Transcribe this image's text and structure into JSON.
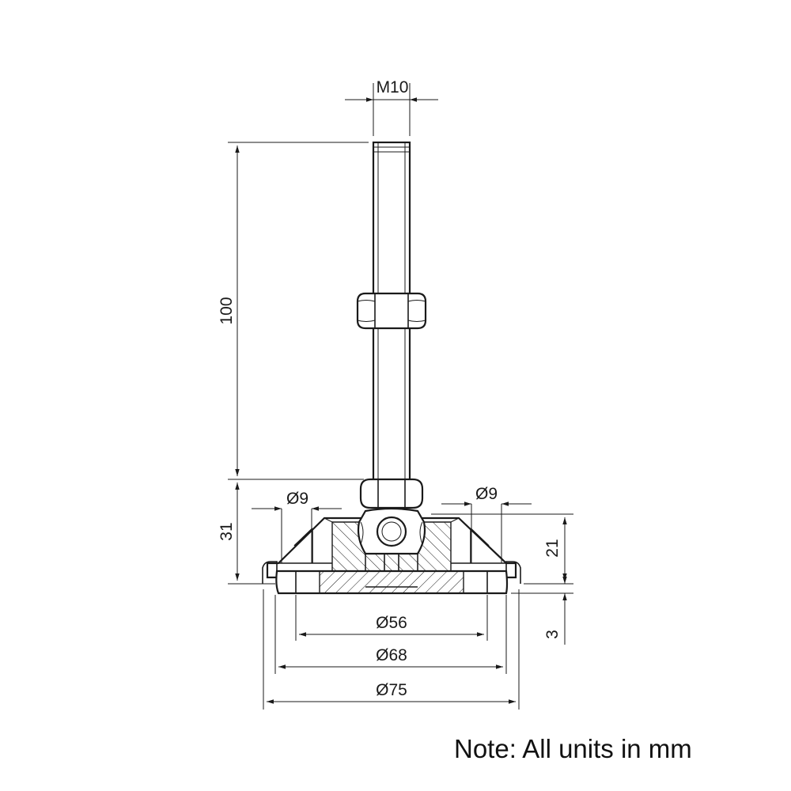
{
  "dimensions": {
    "thread": "M10",
    "stem_height": "100",
    "base_height": "31",
    "hole_left": "Ø9",
    "hole_right": "Ø9",
    "pad_height": "21",
    "pad_thickness": "3",
    "dia_inner": "Ø56",
    "dia_middle": "Ø68",
    "dia_outer": "Ø75"
  },
  "note": "Note: All units in mm"
}
